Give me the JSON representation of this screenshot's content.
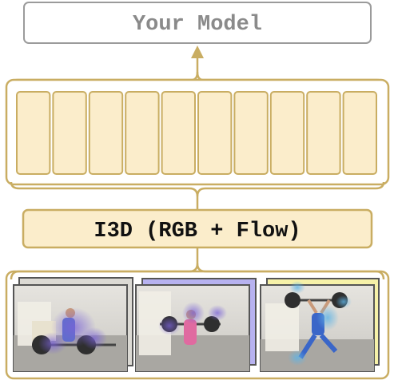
{
  "model_box": {
    "label": "Your Model"
  },
  "encoder_box": {
    "label": "I3D (RGB + Flow)"
  },
  "feature_sequence": {
    "cell_count": 10
  },
  "frames": [
    {
      "name": "frame-1",
      "tint": "none"
    },
    {
      "name": "frame-2",
      "tint": "#b7b2f0"
    },
    {
      "name": "frame-3",
      "tint": "#f6f1a8"
    }
  ],
  "colors": {
    "gold": "#c9ad62",
    "cell_fill": "#fbedcb",
    "model_border": "#9b9b9b",
    "model_text": "#8a8a8a",
    "encoder_text": "#111111"
  }
}
